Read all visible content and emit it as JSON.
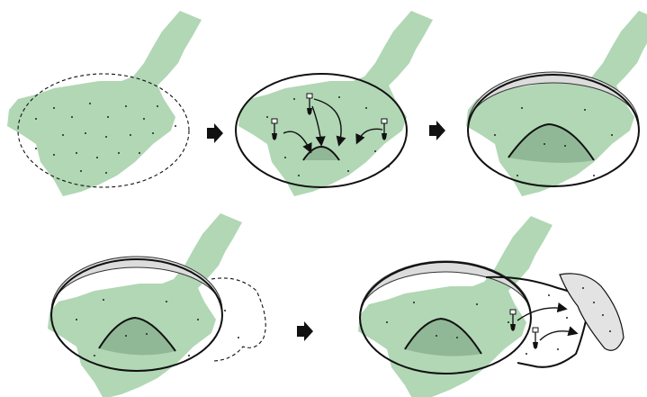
{
  "figure": {
    "panels": [
      {
        "id": "panel-1",
        "stage": "marked-area"
      },
      {
        "id": "panel-2",
        "stage": "excavate-and-move-soil"
      },
      {
        "id": "panel-3",
        "stage": "mound-formed"
      },
      {
        "id": "panel-4",
        "stage": "area-expanded"
      },
      {
        "id": "panel-5",
        "stage": "soil-removed"
      }
    ],
    "colors": {
      "land": "#a9d3ad",
      "mound": "#87ae8c",
      "rim": "#dcdcdc",
      "removed_pile": "#e3e3e3",
      "ink": "#111111"
    },
    "icons": [
      "right-arrow-icon",
      "shovel-icon",
      "curved-arrow-icon"
    ]
  }
}
